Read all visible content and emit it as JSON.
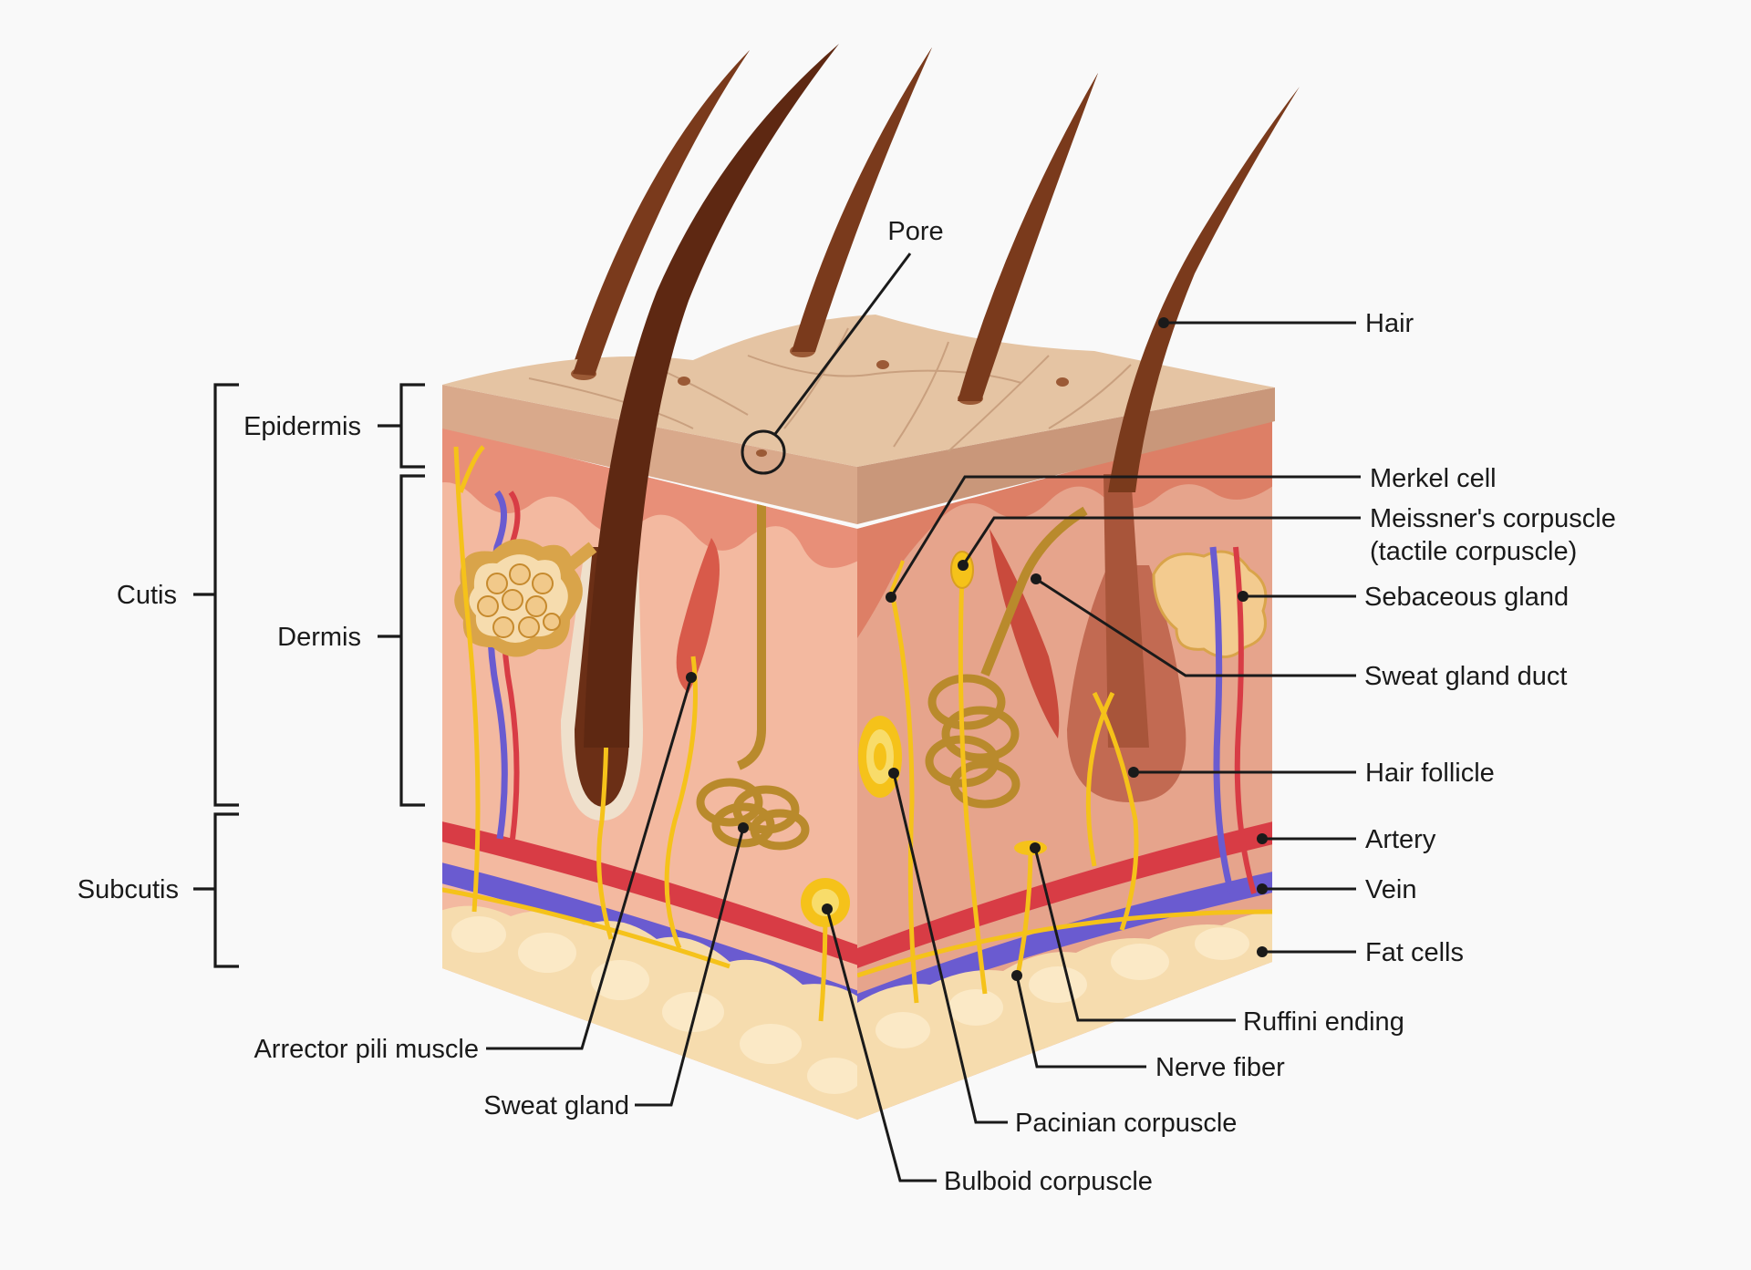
{
  "labels": {
    "pore": "Pore",
    "hair": "Hair",
    "merkel_cell": "Merkel cell",
    "meissner_line1": "Meissner's corpuscle",
    "meissner_line2": "(tactile corpuscle)",
    "sebaceous_gland": "Sebaceous gland",
    "sweat_gland_duct": "Sweat gland duct",
    "hair_follicle": "Hair follicle",
    "artery": "Artery",
    "vein": "Vein",
    "fat_cells": "Fat cells",
    "ruffini_ending": "Ruffini ending",
    "nerve_fiber": "Nerve fiber",
    "pacinian_corpuscle": "Pacinian corpuscle",
    "bulboid_corpuscle": "Bulboid corpuscle",
    "sweat_gland": "Sweat gland",
    "arrector_pili_muscle": "Arrector pili muscle",
    "epidermis": "Epidermis",
    "dermis": "Dermis",
    "cutis": "Cutis",
    "subcutis": "Subcutis"
  },
  "colors": {
    "epidermis_top": "#e5c4a3",
    "epidermis_side": "#d9a98b",
    "dermis_front": "#f3b9a0",
    "dermis_right": "#e6a48c",
    "papillary": "#e88f78",
    "fat": "#f6dcae",
    "hair": "#7a3a1c",
    "nerve": "#f5c21a",
    "artery": "#d83c45",
    "vein": "#6a5bd0",
    "gland": "#b98a2c",
    "muscle": "#d85a4a"
  }
}
